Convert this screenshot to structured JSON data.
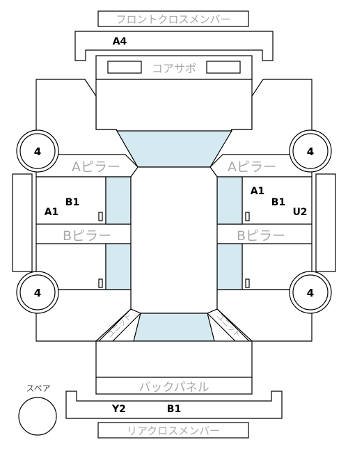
{
  "labels": {
    "front_cross_member": "フロントクロスメンバー",
    "core_support": "コアサポ",
    "a_pillar_left": "Aピラー",
    "a_pillar_right": "Aピラー",
    "b_pillar_left": "Bピラー",
    "b_pillar_right": "Bピラー",
    "back_panel": "バックパネル",
    "rear_cross_member": "リアクロスメンバー",
    "spare": "スペア",
    "unit_left": "ユニット",
    "unit_right": "ユニット"
  },
  "tires": {
    "front_left": "4",
    "front_right": "4",
    "rear_left": "4",
    "rear_right": "4"
  },
  "damage_codes": {
    "front_cross_member": "A4",
    "left_front_door_b1": "B1",
    "left_front_door_a1": "A1",
    "right_front_door_a1": "A1",
    "right_front_door_b1": "B1",
    "right_front_door_u2": "U2",
    "rear_cross_member_y2": "Y2",
    "rear_cross_member_b1": "B1"
  },
  "colors": {
    "line": "#000000",
    "glass": "#d5e9f1",
    "label_grey": "#a8a8a8"
  }
}
